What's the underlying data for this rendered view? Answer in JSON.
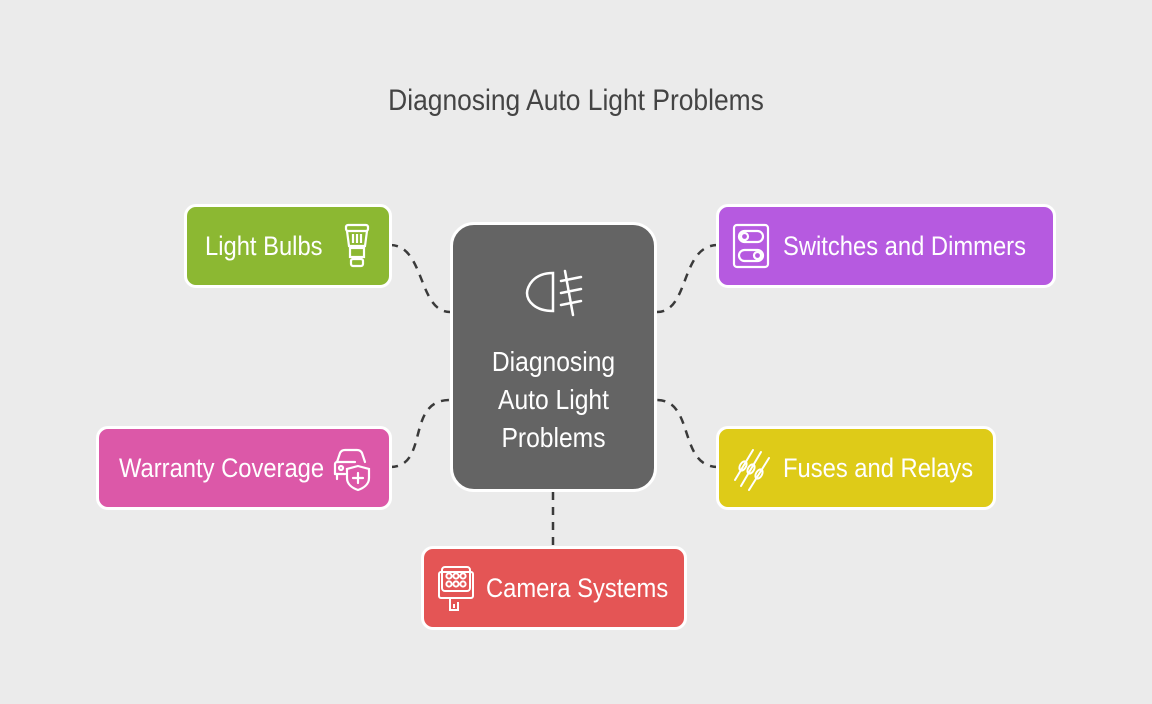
{
  "title": "Diagnosing Auto Light Problems",
  "center": {
    "lines": [
      "Diagnosing",
      "Auto Light",
      "Problems"
    ],
    "icon": "fog-light-icon",
    "color": "#646464"
  },
  "nodes": [
    {
      "id": "light-bulbs",
      "label": "Light Bulbs",
      "icon": "light-bulb-icon",
      "color": "#8cb832"
    },
    {
      "id": "switches-and-dimmers",
      "label": "Switches and Dimmers",
      "icon": "switch-panel-icon",
      "color": "#b65ae0"
    },
    {
      "id": "warranty-coverage",
      "label": "Warranty Coverage",
      "icon": "car-shield-icon",
      "color": "#dc58a8"
    },
    {
      "id": "fuses-and-relays",
      "label": "Fuses and Relays",
      "icon": "fuse-icon",
      "color": "#decb18"
    },
    {
      "id": "camera-systems",
      "label": "Camera Systems",
      "icon": "camera-light-icon",
      "color": "#e45555"
    }
  ]
}
